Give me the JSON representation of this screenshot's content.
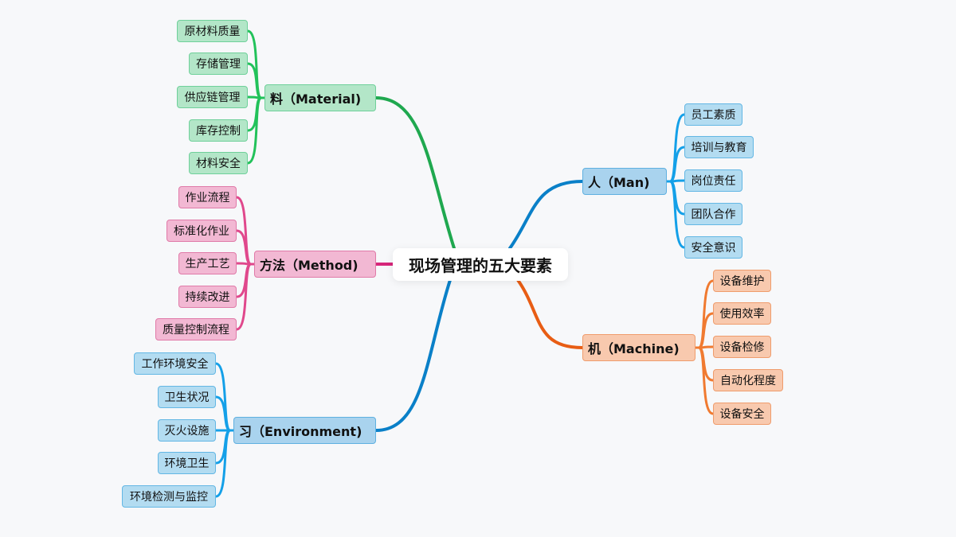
{
  "title": "现场管理的五大要素",
  "branches": {
    "material": {
      "label": "料（Material)",
      "color": "#1fa84f",
      "leaf_color": "#22c25a",
      "items": [
        "原材料质量",
        "存储管理",
        "供应链管理",
        "库存控制",
        "材料安全"
      ]
    },
    "method": {
      "label": "方法（Method)",
      "color": "#d6267a",
      "leaf_color": "#e0488c",
      "items": [
        "作业流程",
        "标准化作业",
        "生产工艺",
        "持续改进",
        "质量控制流程"
      ]
    },
    "environment": {
      "label": "习（Environment)",
      "color": "#0a80c8",
      "leaf_color": "#14a0e8",
      "items": [
        "工作环境安全",
        "卫生状况",
        "灭火设施",
        "环境卫生",
        "环境检测与监控"
      ]
    },
    "man": {
      "label": "人（Man)",
      "color": "#0a80c8",
      "leaf_color": "#14a0e8",
      "items": [
        "员工素质",
        "培训与教育",
        "岗位责任",
        "团队合作",
        "安全意识"
      ]
    },
    "machine": {
      "label": "机（Machine)",
      "color": "#e85d14",
      "leaf_color": "#f07a30",
      "items": [
        "设备维护",
        "使用效率",
        "设备检修",
        "自动化程度",
        "设备安全"
      ]
    }
  }
}
